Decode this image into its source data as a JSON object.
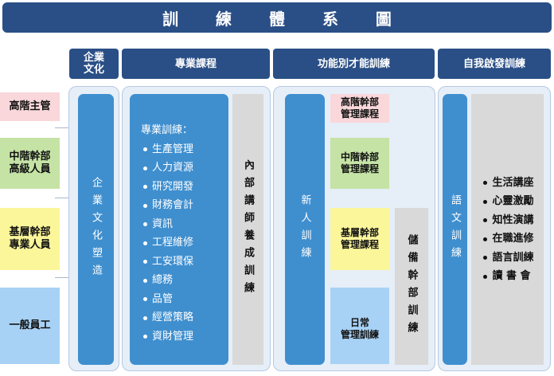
{
  "title": "訓 練 體 系 圖",
  "headers": {
    "culture": "企業\n文化",
    "professional": "專業課程",
    "functional": "功能別才能訓練",
    "self_dev": "自我啟發訓練"
  },
  "levels": [
    "高階主管",
    "中階幹部\n高級人員",
    "基層幹部\n專業人員",
    "一般員工"
  ],
  "culture_bar": "企業文化塑造",
  "professional": {
    "heading": "專業訓練：",
    "items": [
      "生產管理",
      "人力資源",
      "研究開發",
      "財務會計",
      "資訊",
      "工程維修",
      "工安環保",
      "總務",
      "品管",
      "經營策略",
      "資財管理"
    ],
    "side_bar": "內部講師養成訓練"
  },
  "functional": {
    "new_hire_bar": "新人訓練",
    "boxes": [
      "高階幹部\n管理課程",
      "中階幹部\n管理課程",
      "基層幹部\n管理課程",
      "日常\n管理訓練"
    ],
    "reserve_bar": "儲備幹部訓練"
  },
  "self_dev": {
    "language_bar": "語文訓練",
    "items": [
      "生活講座",
      "心靈激勵",
      "知性演講",
      "在職進修",
      "語言訓練",
      "讀 書 會"
    ]
  },
  "colors": {
    "header_bg": "#2a4f86",
    "bar_blue": "#3f8fcf",
    "level_top": "#f9d7da",
    "level_mid": "#c5e3a5",
    "level_base": "#fbf69a",
    "level_staff": "#a8d2f5",
    "gray": "#d9d9d9"
  }
}
